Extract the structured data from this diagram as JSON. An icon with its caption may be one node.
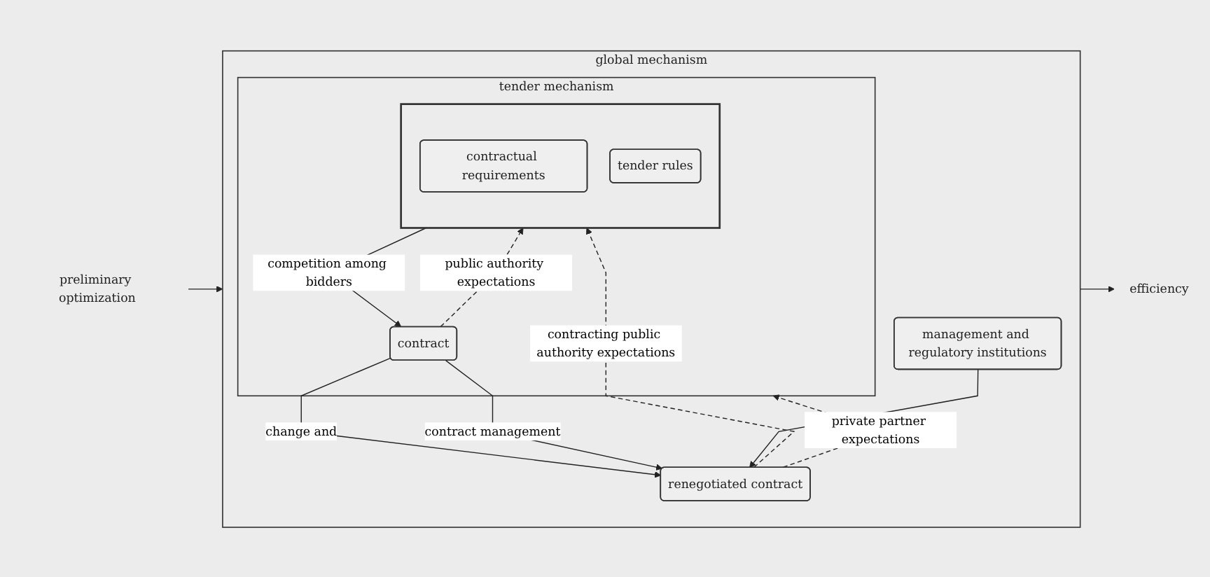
{
  "diagram": {
    "nodes": [
      {
        "text": [
          "global mechanism"
        ]
      },
      {
        "text": [
          "tender mechanism"
        ],
        "in": 0
      },
      {
        "text": [],
        "shape": "box",
        "in": 1
      },
      {
        "text": [
          "contractual requirements"
        ],
        "in": 2
      },
      {
        "text": [
          "tender rules"
        ],
        "in": 2
      },
      {
        "text": [
          "contract"
        ],
        "in": 1
      },
      {
        "text": [
          "management and regulatory institutions"
        ],
        "in": 0
      },
      {
        "text": [
          "renegotiated contract"
        ],
        "in": 0
      },
      {
        "text": [
          "preliminary optimization"
        ]
      },
      {
        "text": [
          "efficiency"
        ]
      }
    ],
    "edges": [
      {
        "from": 8,
        "to": 0,
        "arrow": "to"
      },
      {
        "from": 2,
        "to": 5,
        "arrow": "to",
        "label": "competition among bidders"
      },
      {
        "from": 5,
        "to": 7,
        "arrow": "to",
        "label": "change and"
      },
      {
        "from": 5,
        "to": 7,
        "arrow": "to",
        "label": "contract management"
      },
      {
        "from": 6,
        "to": 7,
        "arrow": "to"
      },
      {
        "from": 7,
        "to": 2,
        "arrow": "to",
        "style": "dashed",
        "label": "contracting public authority expectations"
      },
      {
        "from": 5,
        "to": 2,
        "arrow": "to",
        "style": "dashed",
        "label": "public authority expectations"
      },
      {
        "from": 7,
        "to": 1,
        "arrow": "to",
        "style": "dashed",
        "label": "private partner expectations"
      },
      {
        "from": 0,
        "to": 9,
        "arrow": "to"
      }
    ]
  }
}
